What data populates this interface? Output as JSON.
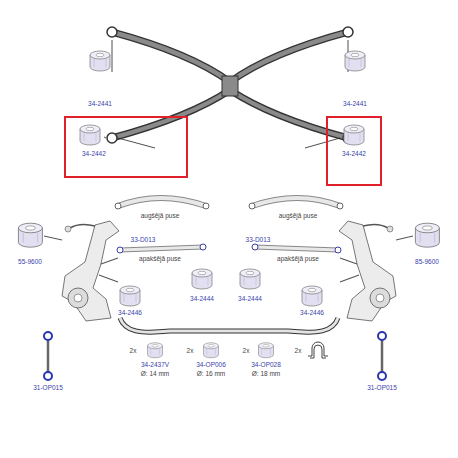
{
  "diagram": {
    "nodes": [
      {
        "text": [
          "34-2442"
        ]
      },
      {
        "text": [
          "34-2442"
        ]
      }
    ],
    "labels": [
      "34-2441",
      "34-2441",
      "augšējā puse",
      "augšējā puse",
      "55-9600",
      "85-9600",
      "33-D013",
      "33-D013",
      "apakšējā puse",
      "apakšējā puse",
      "34-2444",
      "34-2444",
      "34-2446",
      "34-2446",
      "31-OP015",
      "31-OP015",
      "2x",
      "34-2437V",
      "Ø: 14 mm",
      "2x",
      "34-OP006",
      "Ø: 16 mm",
      "2x",
      "34-OP028",
      "Ø: 18 mm",
      "2x"
    ]
  }
}
